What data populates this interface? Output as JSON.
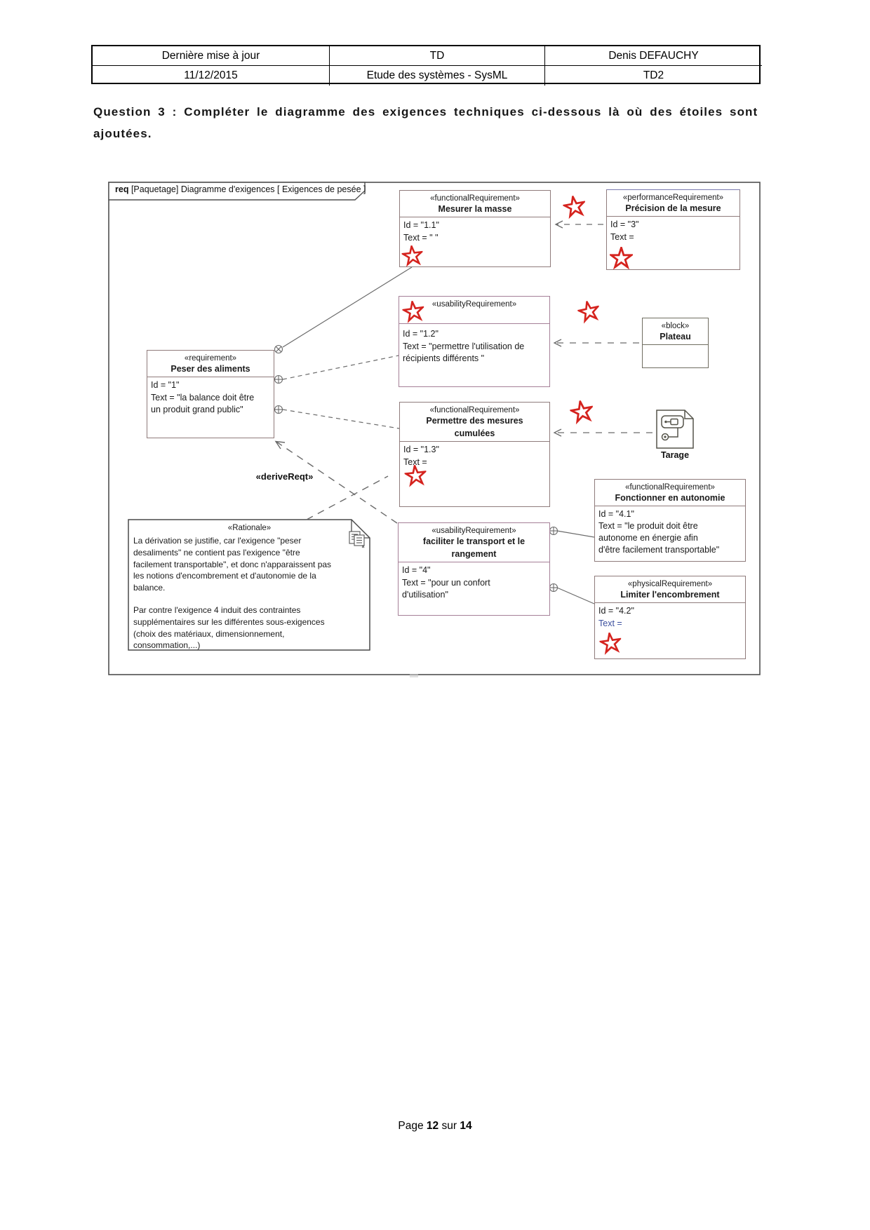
{
  "header_table": {
    "cells": [
      [
        "Dernière mise à jour",
        "TD",
        "Denis DEFAUCHY"
      ],
      [
        "11/12/2015",
        "Etude des systèmes - SysML",
        "TD2"
      ]
    ]
  },
  "question": "Question 3 :  Compléter le diagramme des exigences techniques ci-dessous là où des étoiles sont ajoutées.",
  "diagram": {
    "frame": {
      "keyword": "req",
      "label": "[Paquetage] Diagramme d'exigences [ Exigences de pesée  ]"
    },
    "mesurer_masse": {
      "stereotype": "«functionalRequirement»",
      "title": "Mesurer la masse",
      "id": "Id = \"1.1\"",
      "text": "Text = \" \""
    },
    "precision_mesure": {
      "stereotype": "«performanceRequirement»",
      "title": "Précision de la mesure",
      "id": "Id = \"3\"",
      "text": "Text ="
    },
    "usability_12": {
      "stereotype": "«usabilityRequirement»",
      "id": "Id = \"1.2\"",
      "text1": "Text = \"permettre l'utilisation de",
      "text2": "récipients différents \""
    },
    "plateau": {
      "stereotype": "«block»",
      "title": "Plateau"
    },
    "peser_aliments": {
      "stereotype": "«requirement»",
      "title": "Peser des aliments",
      "id": "Id = \"1\"",
      "text1": "Text = \"la balance doit être",
      "text2": "un produit grand public\""
    },
    "mesures_cumulees": {
      "stereotype": "«functionalRequirement»",
      "title1": "Permettre des mesures",
      "title2": "cumulées",
      "id": "Id = \"1.3\"",
      "text": "Text ="
    },
    "derive_label": "«deriveReqt»",
    "rationale": {
      "stereotype": "«Rationale»",
      "lines1": [
        "La dérivation se justifie, car l'exigence \"peser",
        "desaliments\" ne contient pas l'exigence \"être",
        "facilement transportable\", et donc n'apparaissent pas",
        "les notions d'encombrement et d'autonomie de la",
        "balance."
      ],
      "lines2": [
        "Par contre l'exigence 4 induit des contraintes",
        "supplémentaires sur les différentes sous-exigences",
        "(choix des matériaux, dimensionnement,",
        "consommation,...)"
      ]
    },
    "faciliter": {
      "stereotype": "«usabilityRequirement»",
      "title1": "faciliter le transport et le",
      "title2": "rangement",
      "id": "Id = \"4\"",
      "text1": "Text = \"pour un confort",
      "text2": "d'utilisation\""
    },
    "tarage": {
      "label": "Tarage"
    },
    "autonomie": {
      "stereotype": "«functionalRequirement»",
      "title": "Fonctionner en autonomie",
      "id": "Id = \"4.1\"",
      "text1": "Text = \"le produit doit être",
      "text2": "autonome en énergie afin",
      "text3": "d'être facilement transportable\""
    },
    "encombrement": {
      "stereotype": "«physicalRequirement»",
      "title": "Limiter l'encombrement",
      "id": "Id = \"4.2\"",
      "text": "Text ="
    }
  },
  "footer": {
    "word_page": "Page",
    "current": "12",
    "word_sur": "sur",
    "total": "14"
  },
  "colors": {
    "star_red": "#d5231e",
    "blue_text": "#3b4f9e"
  }
}
